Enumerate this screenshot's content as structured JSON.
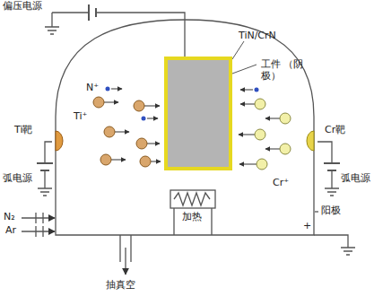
{
  "diagram": {
    "nodes": [
      {
        "text": [
          "工件 （阴极）"
        ]
      }
    ],
    "labels": [
      "偏压电源",
      "TiN/CrN",
      "N⁺",
      "Ti⁺",
      "Ti靶",
      "弧电源",
      "Cr靶",
      "弧电源",
      "Cr⁺",
      "N₂",
      "Ar",
      "加热",
      "阳极",
      "+",
      "抽真空"
    ]
  }
}
